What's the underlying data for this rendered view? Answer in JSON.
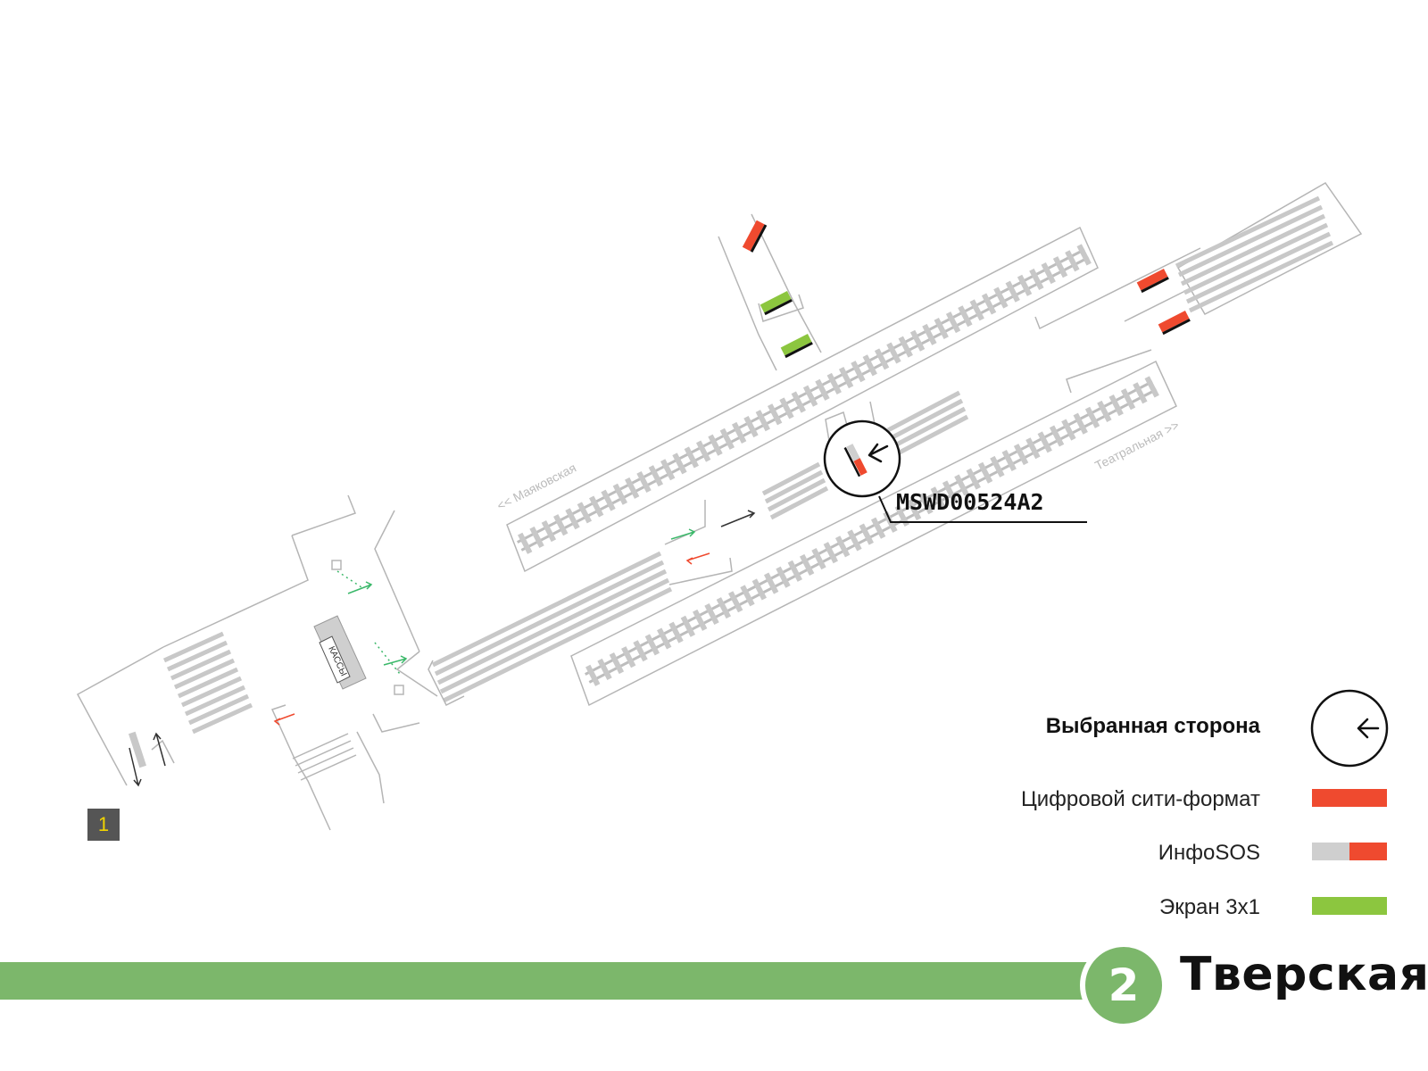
{
  "map": {
    "direction_left": "<< Маяковская",
    "direction_right": "Театральная >>",
    "ticket_office": "КАССЫ",
    "exit_number": "1",
    "selected_device_id": "MSWD00524A2"
  },
  "legend": {
    "selected_side": "Выбранная сторона",
    "digital_city_format": "Цифровой сити-формат",
    "infosos": "ИнфоSOS",
    "screen_3x1": "Экран 3x1"
  },
  "footer": {
    "line_number": "2",
    "station_name": "Тверская"
  },
  "colors": {
    "line_green": "#7cb76b",
    "digital_city_red": "#ef4a2f",
    "infosos_gray": "#cfcfcf",
    "screen_green": "#8cc63f",
    "escalator_gray": "#c8c8c8",
    "outline_gray": "#b5b5b5"
  }
}
